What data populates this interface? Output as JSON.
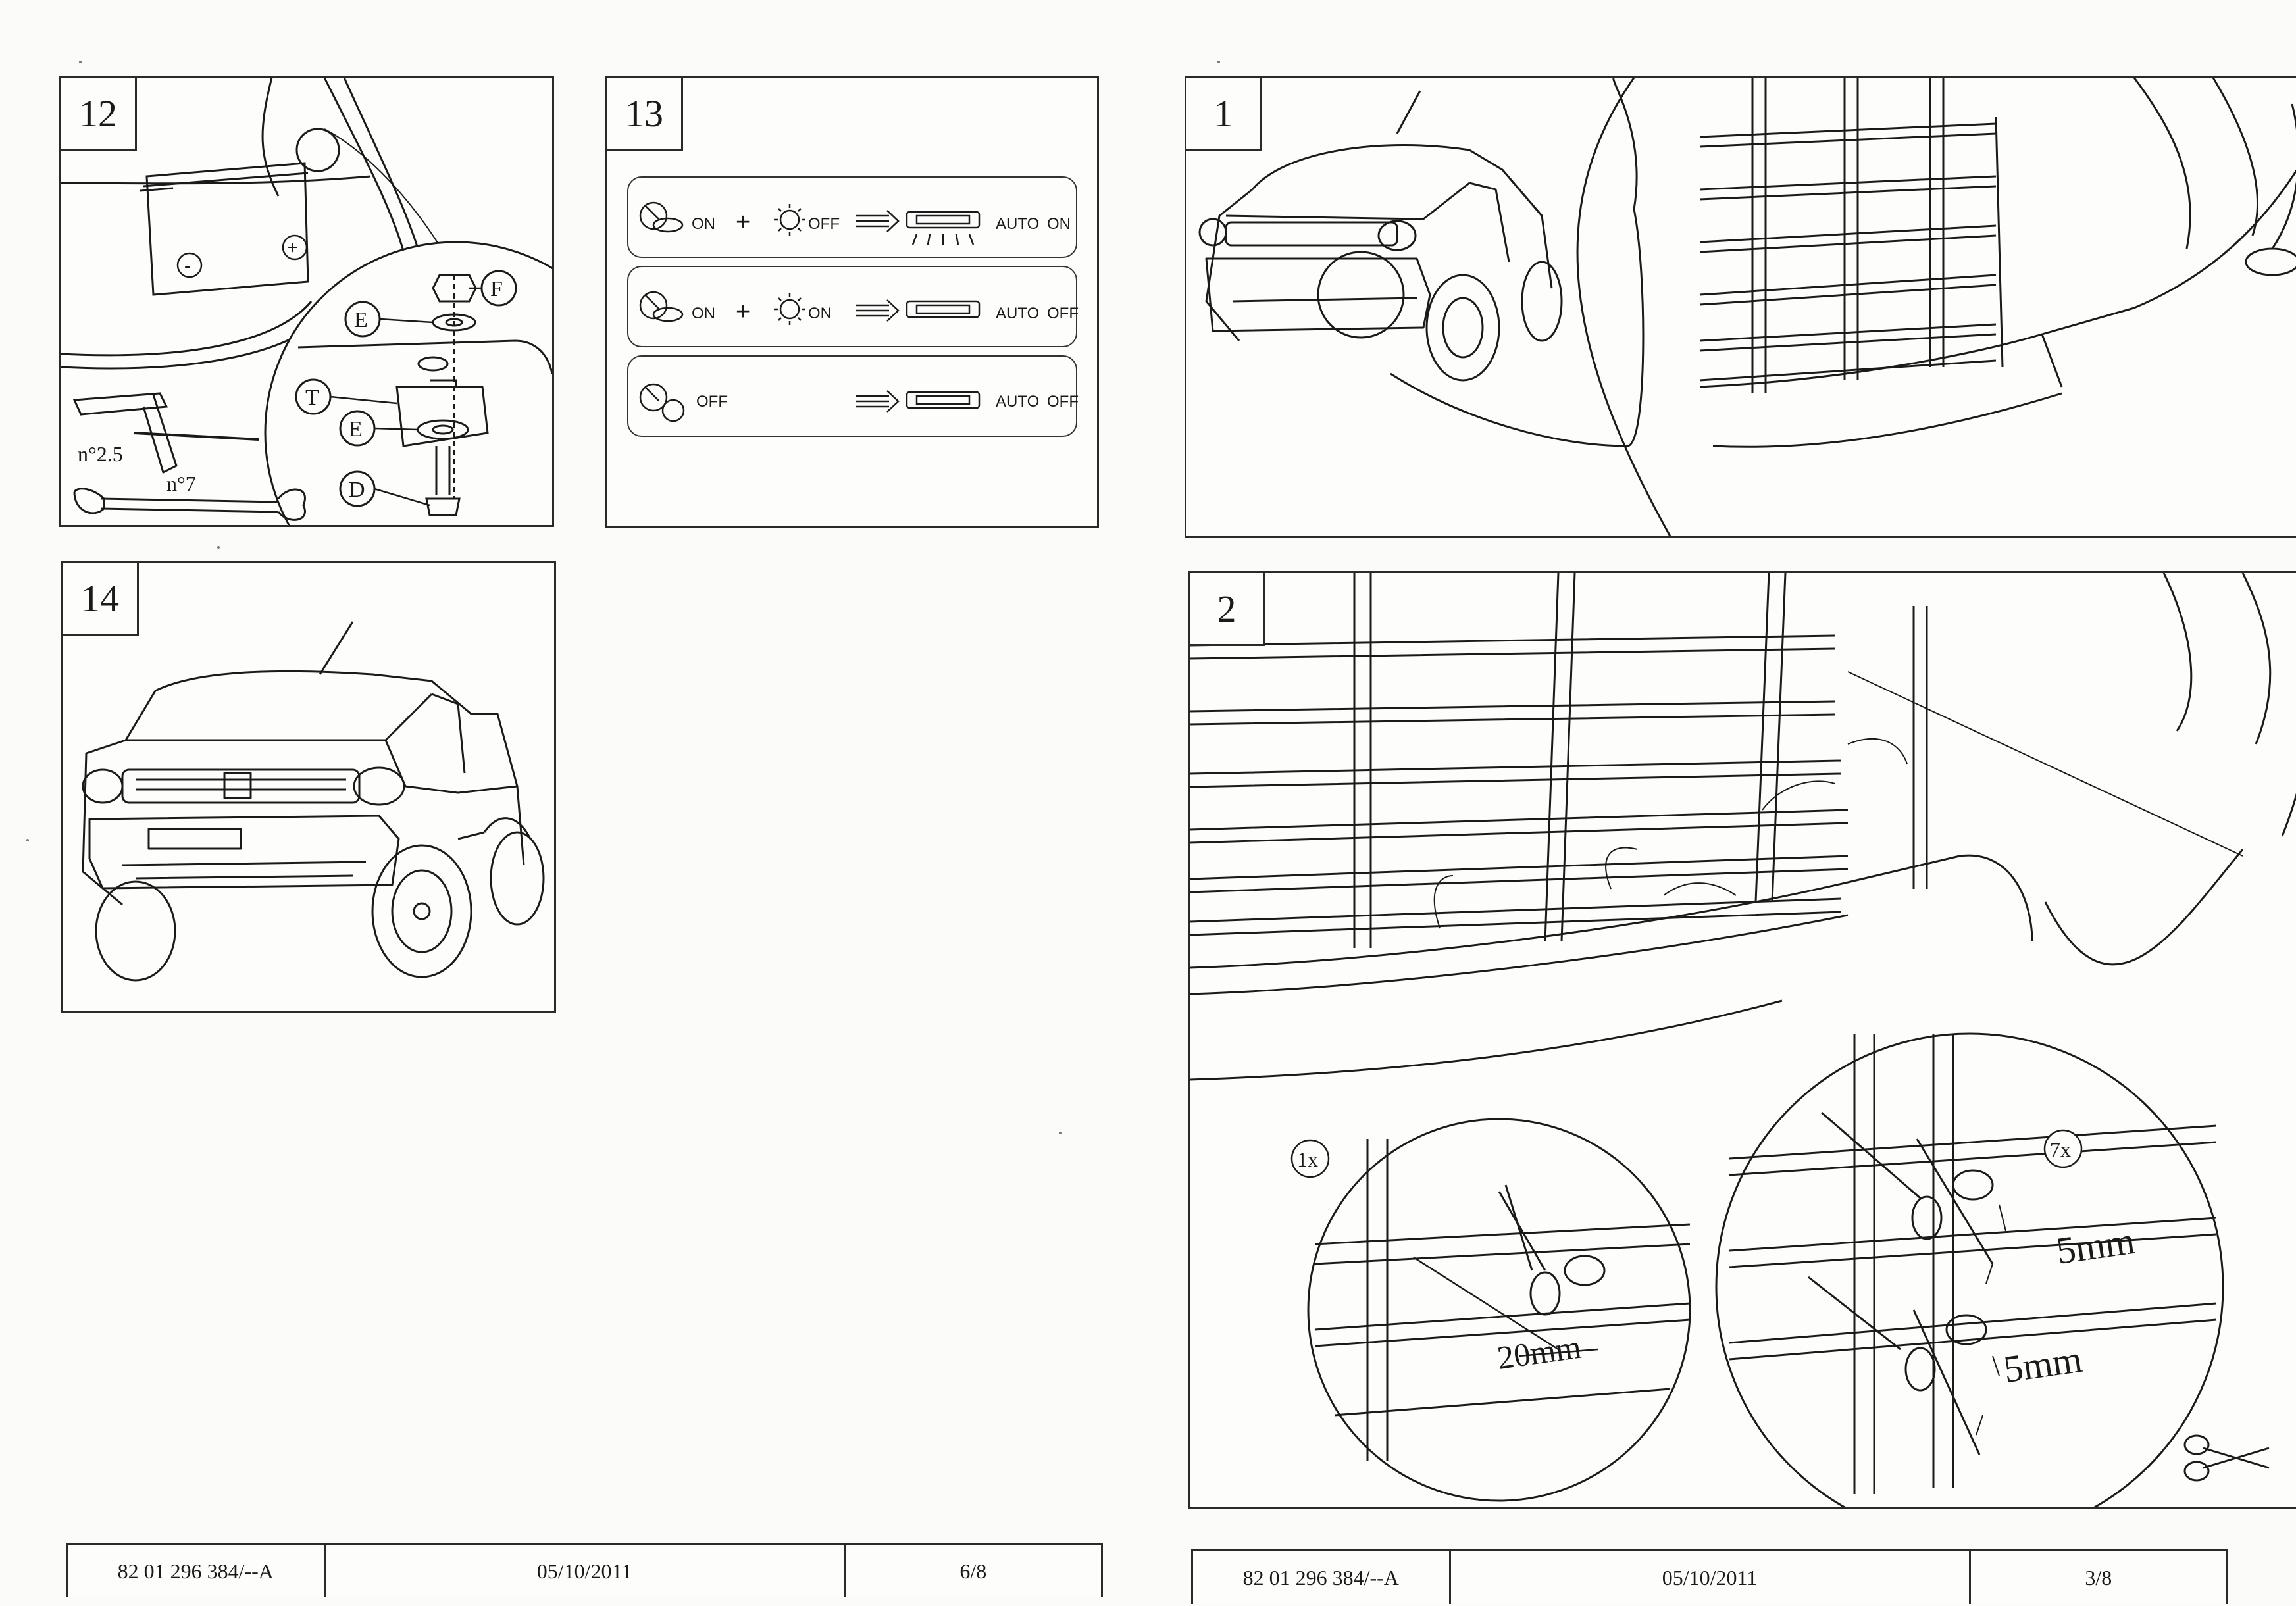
{
  "panels": {
    "p12": {
      "number": "12",
      "minus": "-",
      "plus": "+",
      "hex_key": "n°2.5",
      "wrench": "n°7",
      "labels": {
        "f": "F",
        "e1": "E",
        "t": "T",
        "e2": "E",
        "d": "D"
      }
    },
    "p13": {
      "number": "13",
      "rows": [
        {
          "switch": "ON",
          "light": "OFF",
          "mode": "AUTO",
          "state": "ON",
          "has_light": true
        },
        {
          "switch": "ON",
          "light": "ON",
          "mode": "AUTO",
          "state": "OFF",
          "has_light": true
        },
        {
          "switch": "OFF",
          "light": "",
          "mode": "AUTO",
          "state": "OFF",
          "has_light": false
        }
      ],
      "plus": "+"
    },
    "p14": {
      "number": "14"
    },
    "p1": {
      "number": "1"
    },
    "p2": {
      "number": "2",
      "count_left": "1x",
      "count_right": "7x",
      "dim_left": "20mm",
      "dim_right_top": "5mm",
      "dim_right_bottom": "5mm"
    }
  },
  "footers": {
    "left": {
      "ref": "82 01 296 384/--A",
      "date": "05/10/2011",
      "page": "6/8"
    },
    "right": {
      "ref": "82 01 296 384/--A",
      "date": "05/10/2011",
      "page": "3/8"
    }
  },
  "icons": [
    "scissors-icon",
    "light-switch-icon",
    "headlight-icon",
    "arrow-right-icon",
    "led-lamp-icon",
    "hex-key-icon",
    "wrench-icon"
  ]
}
